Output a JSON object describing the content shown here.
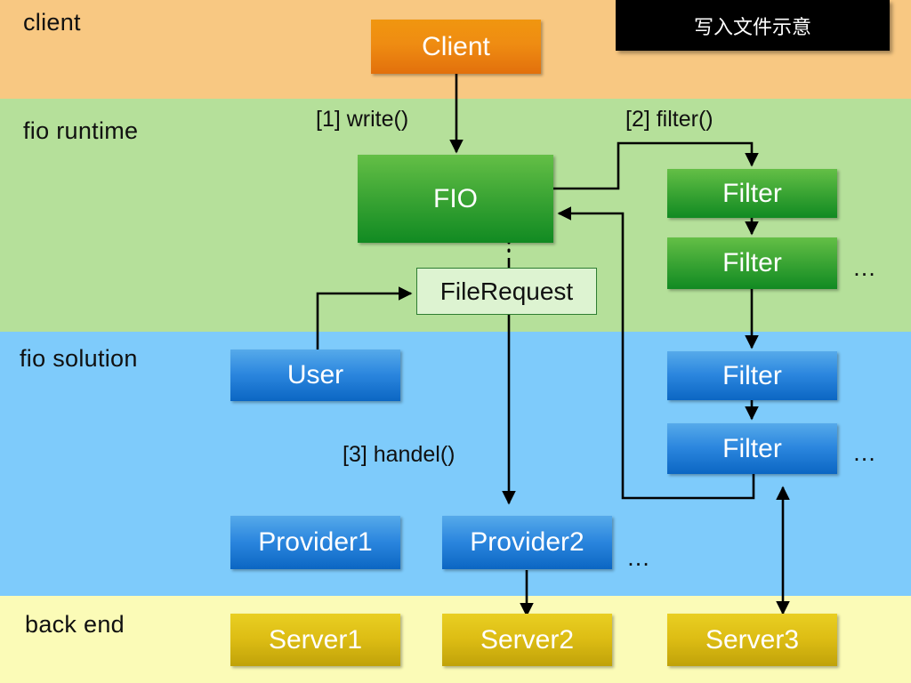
{
  "title_box": {
    "text": "写入文件示意"
  },
  "bands": [
    {
      "key": "client",
      "label": "client"
    },
    {
      "key": "runtime",
      "label": "fio runtime"
    },
    {
      "key": "solution",
      "label": "fio solution"
    },
    {
      "key": "backend",
      "label": "back end"
    }
  ],
  "nodes": {
    "client": "Client",
    "fio": "FIO",
    "file_request": "FileRequest",
    "user": "User",
    "filter_green_1": "Filter",
    "filter_green_2": "Filter",
    "filter_blue_1": "Filter",
    "filter_blue_2": "Filter",
    "provider1": "Provider1",
    "provider2": "Provider2",
    "server1": "Server1",
    "server2": "Server2",
    "server3": "Server3"
  },
  "edge_labels": {
    "write": "[1] write()",
    "filter": "[2] filter()",
    "handel": "[3] handel()"
  },
  "ellipses": {
    "green_filters": "…",
    "blue_filters": "…",
    "providers": "…"
  },
  "colors": {
    "band_client": "#f8c882",
    "band_runtime": "#b5e09a",
    "band_solution": "#7ecbfb",
    "band_backend": "#fbfbb7",
    "node_orange": "#e8800f",
    "node_green": "#2f9a2e",
    "node_blue": "#1d7ad4",
    "node_gold": "#d5b60f",
    "title_background": "#000000",
    "stroke": "#000000"
  }
}
